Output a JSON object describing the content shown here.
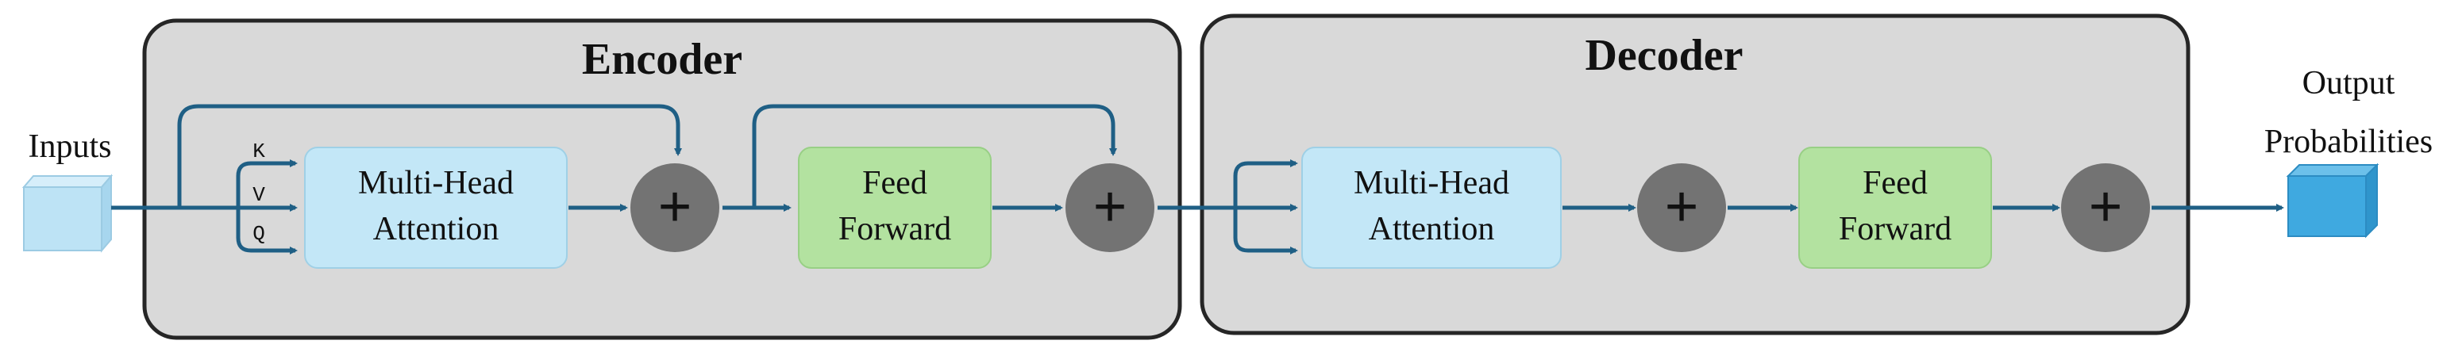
{
  "inputs_label": "Inputs",
  "output_label": [
    "Output",
    "Probabilities"
  ],
  "encoder": {
    "title": "Encoder",
    "attention_label": [
      "Multi-Head",
      "Attention"
    ],
    "ff_label": [
      "Feed",
      "Forward"
    ],
    "kvq": [
      "K",
      "V",
      "Q"
    ]
  },
  "decoder": {
    "title": "Decoder",
    "attention_label": [
      "Multi-Head",
      "Attention"
    ],
    "ff_label": [
      "Feed",
      "Forward"
    ]
  },
  "add_symbol": "+",
  "colors": {
    "block_fill": "#d9d9d9",
    "block_stroke": "#262626",
    "attention_fill": "#c3e7f7",
    "ff_fill": "#b3e2a0",
    "add_fill": "#737373",
    "arrow": "#1f5f85",
    "input_cube": "#bde3f5",
    "output_cube": "#3fa9e0"
  }
}
